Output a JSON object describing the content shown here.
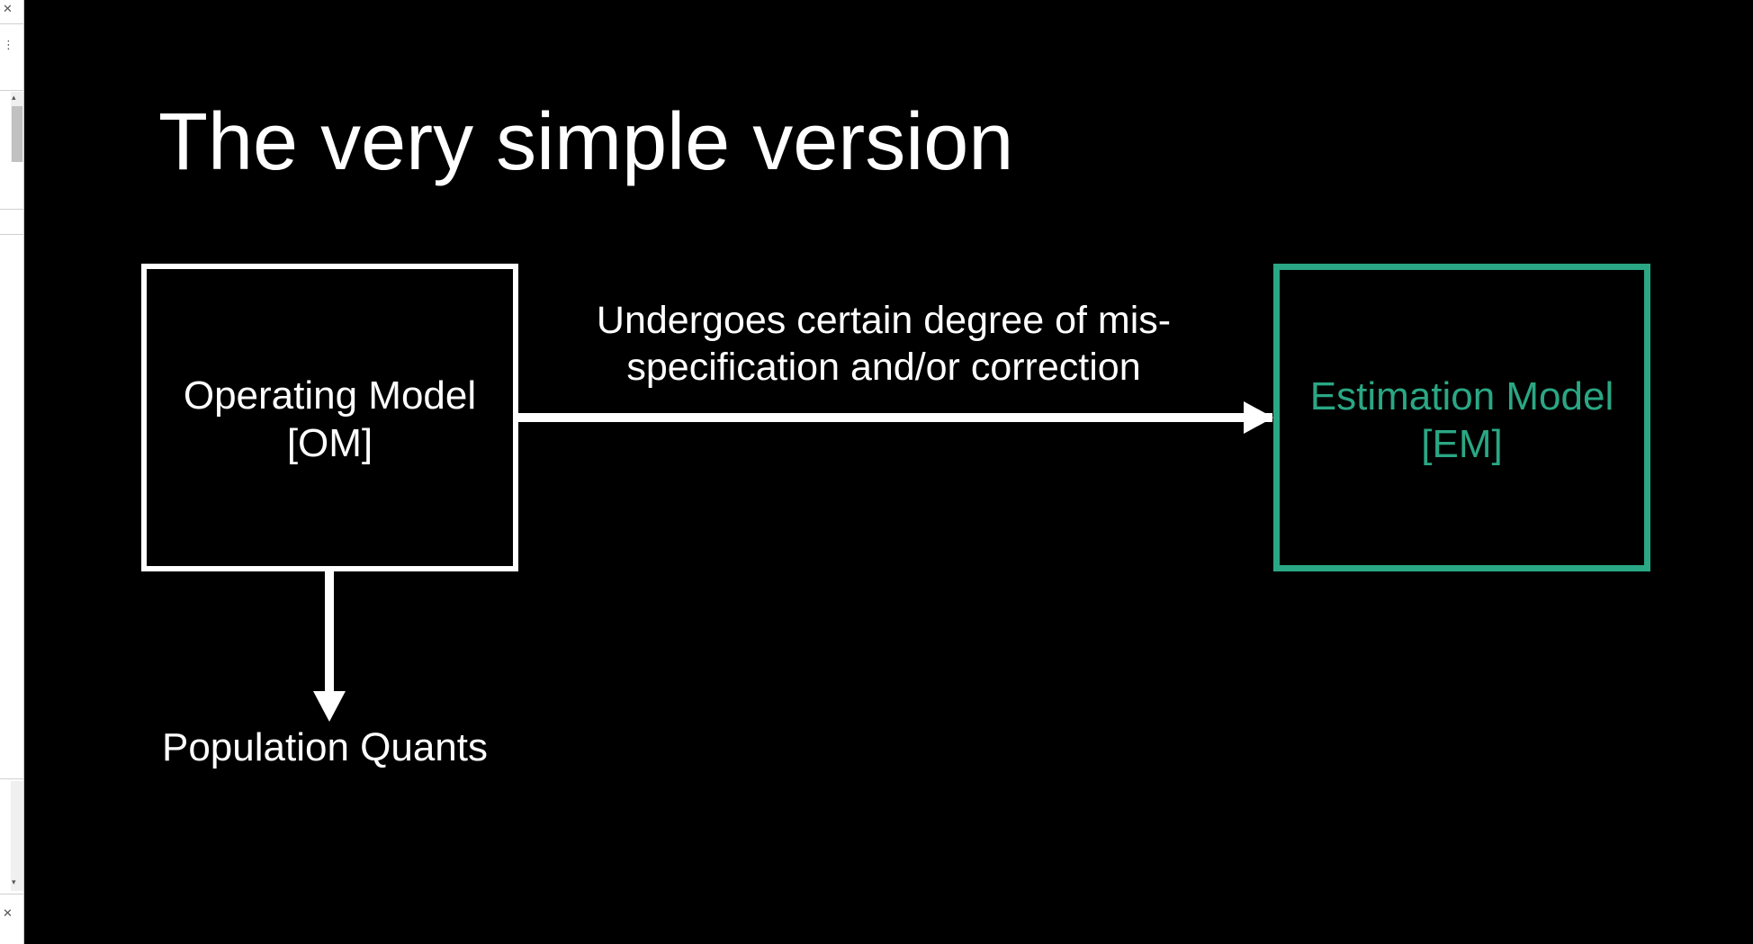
{
  "sidebar": {
    "close_glyph_top": "✕",
    "menu_glyph": "⋮",
    "scroll_up_glyph": "▴",
    "scroll_down_glyph": "▾",
    "close_glyph_bottom": "✕"
  },
  "slide": {
    "title": "The very simple version",
    "operating_model": {
      "line1": "Operating Model",
      "line2": "[OM]"
    },
    "estimation_model": {
      "line1": "Estimation Model",
      "line2": "[EM]"
    },
    "arrow_label": {
      "line1": "Undergoes certain degree of mis-",
      "line2": "specification and/or correction"
    },
    "output_label": "Population Quants"
  },
  "colors": {
    "background": "#000000",
    "foreground": "#ffffff",
    "accent": "#2aa784"
  }
}
